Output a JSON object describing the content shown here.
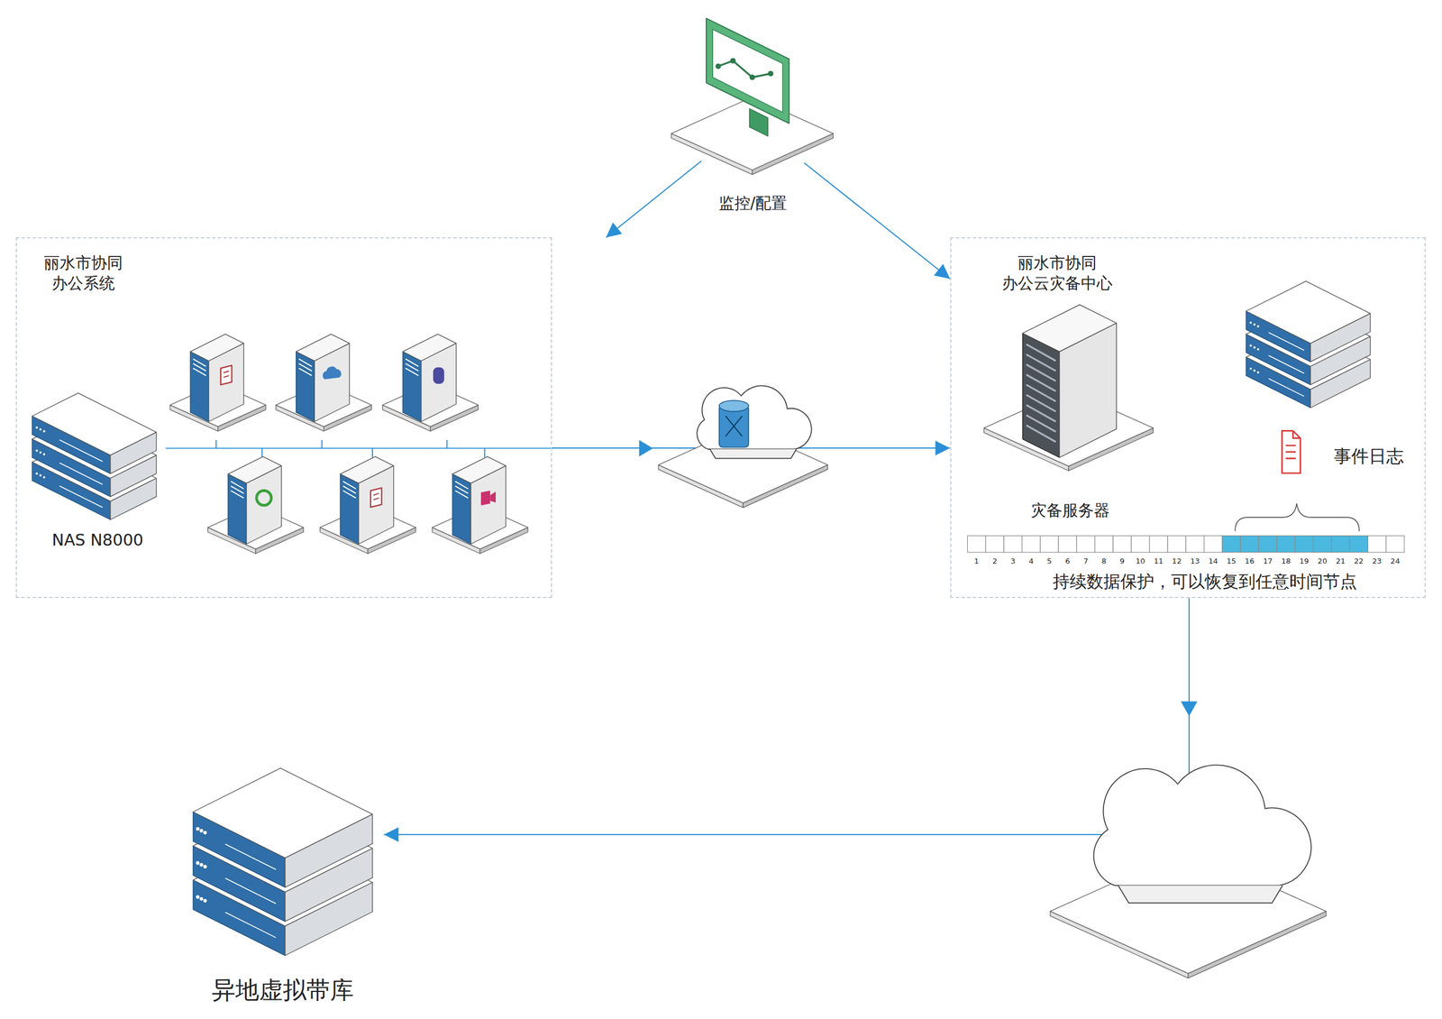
{
  "diagram": {
    "nodes": [
      {
        "text": [
          "监控/配置"
        ]
      },
      {
        "text": [
          "丽水市协同 办公系统"
        ]
      },
      {
        "text": [
          "NAS N8000"
        ],
        "in": 1
      },
      {
        "text": [
          "丽水市协同 办公云灾备中心"
        ]
      },
      {
        "text": [
          "灾备服务器"
        ],
        "in": 3
      },
      {
        "text": [
          "事件日志"
        ],
        "in": 3
      },
      {
        "text": [
          "异地虚拟带库"
        ]
      }
    ],
    "edges": [
      {
        "from": 0,
        "to": 1,
        "arrow": "to"
      },
      {
        "from": 0,
        "to": 3,
        "arrow": "to"
      },
      {
        "from": 1,
        "to": 3,
        "arrow": "to"
      },
      {
        "from": 3,
        "to": 6,
        "arrow": "to"
      }
    ],
    "labels": [
      "持续数据保护，可以恢复到任意时间节点",
      "1",
      "2",
      "3",
      "4",
      "5",
      "6",
      "7",
      "8",
      "9",
      "10",
      "11",
      "12",
      "13",
      "14",
      "15",
      "16",
      "17",
      "18",
      "19",
      "20",
      "21",
      "22",
      "23",
      "24"
    ]
  }
}
